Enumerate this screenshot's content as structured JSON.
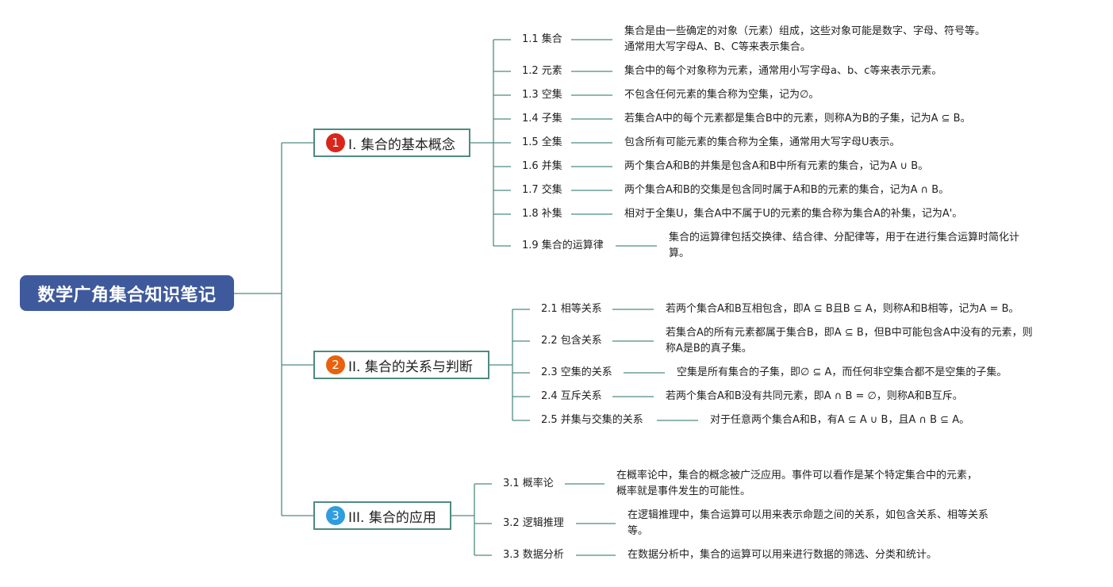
{
  "root": {
    "title": "数学广角集合知识笔记"
  },
  "colors": {
    "root": "#3f5a9c",
    "line": "#4e8b80",
    "badge1": "#d9261c",
    "badge2": "#e8620e",
    "badge3": "#2f9de0"
  },
  "branches": [
    {
      "badge": "1",
      "title": "I. 集合的基本概念",
      "items": [
        {
          "label": "1.1 集合",
          "desc": [
            "集合是由一些确定的对象（元素）组成，这些对象可能是数字、字母、符号等。",
            "通常用大写字母A、B、C等来表示集合。"
          ]
        },
        {
          "label": "1.2 元素",
          "desc": [
            "集合中的每个对象称为元素，通常用小写字母a、b、c等来表示元素。"
          ]
        },
        {
          "label": "1.3 空集",
          "desc": [
            "不包含任何元素的集合称为空集，记为∅。"
          ]
        },
        {
          "label": "1.4 子集",
          "desc": [
            "若集合A中的每个元素都是集合B中的元素，则称A为B的子集，记为A ⊆ B。"
          ]
        },
        {
          "label": "1.5 全集",
          "desc": [
            "包含所有可能元素的集合称为全集，通常用大写字母U表示。"
          ]
        },
        {
          "label": "1.6 并集",
          "desc": [
            "两个集合A和B的并集是包含A和B中所有元素的集合，记为A ∪ B。"
          ]
        },
        {
          "label": "1.7 交集",
          "desc": [
            "两个集合A和B的交集是包含同时属于A和B的元素的集合，记为A ∩ B。"
          ]
        },
        {
          "label": "1.8 补集",
          "desc": [
            "相对于全集U，集合A中不属于U的元素的集合称为集合A的补集，记为A'。"
          ]
        },
        {
          "label": "1.9 集合的运算律",
          "desc": [
            "集合的运算律包括交换律、结合律、分配律等，用于在进行集合运算时简化计",
            "算。"
          ]
        }
      ]
    },
    {
      "badge": "2",
      "title": "II. 集合的关系与判断",
      "items": [
        {
          "label": "2.1 相等关系",
          "desc": [
            "若两个集合A和B互相包含，即A ⊆ B且B ⊆ A，则称A和B相等，记为A = B。"
          ]
        },
        {
          "label": "2.2 包含关系",
          "desc": [
            "若集合A的所有元素都属于集合B，即A ⊆ B，但B中可能包含A中没有的元素，则",
            "称A是B的真子集。"
          ]
        },
        {
          "label": "2.3 空集的关系",
          "desc": [
            "空集是所有集合的子集，即∅ ⊆ A，而任何非空集合都不是空集的子集。"
          ]
        },
        {
          "label": "2.4 互斥关系",
          "desc": [
            "若两个集合A和B没有共同元素，即A ∩ B = ∅，则称A和B互斥。"
          ]
        },
        {
          "label": "2.5 并集与交集的关系",
          "desc": [
            "对于任意两个集合A和B，有A ⊆ A ∪ B，且A ∩ B ⊆ A。"
          ]
        }
      ]
    },
    {
      "badge": "3",
      "title": "III. 集合的应用",
      "items": [
        {
          "label": "3.1 概率论",
          "desc": [
            "在概率论中，集合的概念被广泛应用。事件可以看作是某个特定集合中的元素，",
            "概率就是事件发生的可能性。"
          ]
        },
        {
          "label": "3.2 逻辑推理",
          "desc": [
            "在逻辑推理中，集合运算可以用来表示命题之间的关系，如包含关系、相等关系",
            "等。"
          ]
        },
        {
          "label": "3.3 数据分析",
          "desc": [
            "在数据分析中，集合的运算可以用来进行数据的筛选、分类和统计。"
          ]
        }
      ]
    }
  ]
}
